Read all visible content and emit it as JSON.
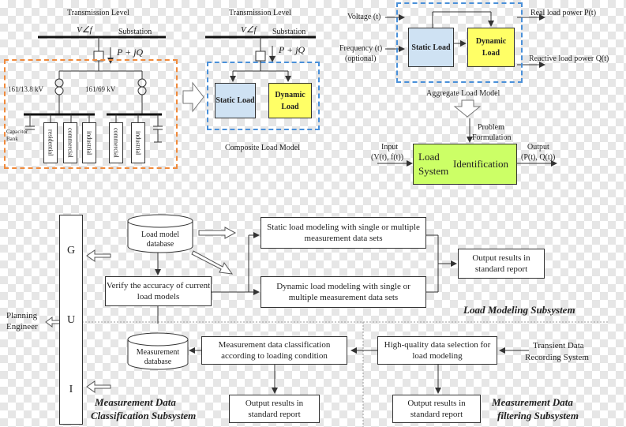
{
  "top_left": {
    "transmission_level": "Transmission Level",
    "vf": "V∠f",
    "substation": "Substation",
    "pq": "P + jQ",
    "xfmr1": "161/13.8 kV",
    "xfmr2": "161/69 kV",
    "capacitor": "Capacitor Bank",
    "loads": [
      "residential",
      "commercial",
      "industrial",
      "commercial",
      "industrial"
    ]
  },
  "top_mid": {
    "transmission_level": "Transmission Level",
    "vf": "V∠f",
    "substation": "Substation",
    "pq": "P + jQ",
    "static_load": "Static Load",
    "dynamic_load": "Dynamic Load",
    "caption": "Composite Load Model"
  },
  "top_right": {
    "voltage": "Voltage (t)",
    "frequency": "Frequency (t)",
    "optional": "(optional)",
    "real_power": "Real load power P(t)",
    "reactive_power": "Reactive load power Q(t)",
    "static_load": "Static Load",
    "dynamic_load": "Dynamic Load",
    "caption": "Aggregate Load Model",
    "problem": "Problem",
    "formulation": "Formulation",
    "input": "Input",
    "input_vals": "(V(t), f(t))",
    "output": "Output",
    "output_vals": "(P(t), Q(t))",
    "id_line1": "Load",
    "id_line2": "System",
    "id_right": "Identification"
  },
  "bottom": {
    "gui": [
      "G",
      "U",
      "I"
    ],
    "planning": "Planning",
    "engineer": "Engineer",
    "load_model_db": "Load model database",
    "static_modeling": "Static load modeling with single or multiple measurement data sets",
    "dynamic_modeling": "Dynamic load modeling with single or multiple measurement data sets",
    "verify": "Verify the accuracy of current load models",
    "output_results_1": "Output results in standard report",
    "load_modeling_subsystem": "Load Modeling Subsystem",
    "measurement_db": "Measurement database",
    "classification": "Measurement data classification according to loading condition",
    "data_selection": "High-quality data selection for load modeling",
    "transient": "Transient Data",
    "recording": "Recording System",
    "output_results_2": "Output results in standard report",
    "output_results_3": "Output results in standard report",
    "classification_subsystem_1": "Measurement Data",
    "classification_subsystem_2": "Classification Subsystem",
    "filtering_subsystem_1": "Measurement Data",
    "filtering_subsystem_2": "filtering Subsystem"
  }
}
